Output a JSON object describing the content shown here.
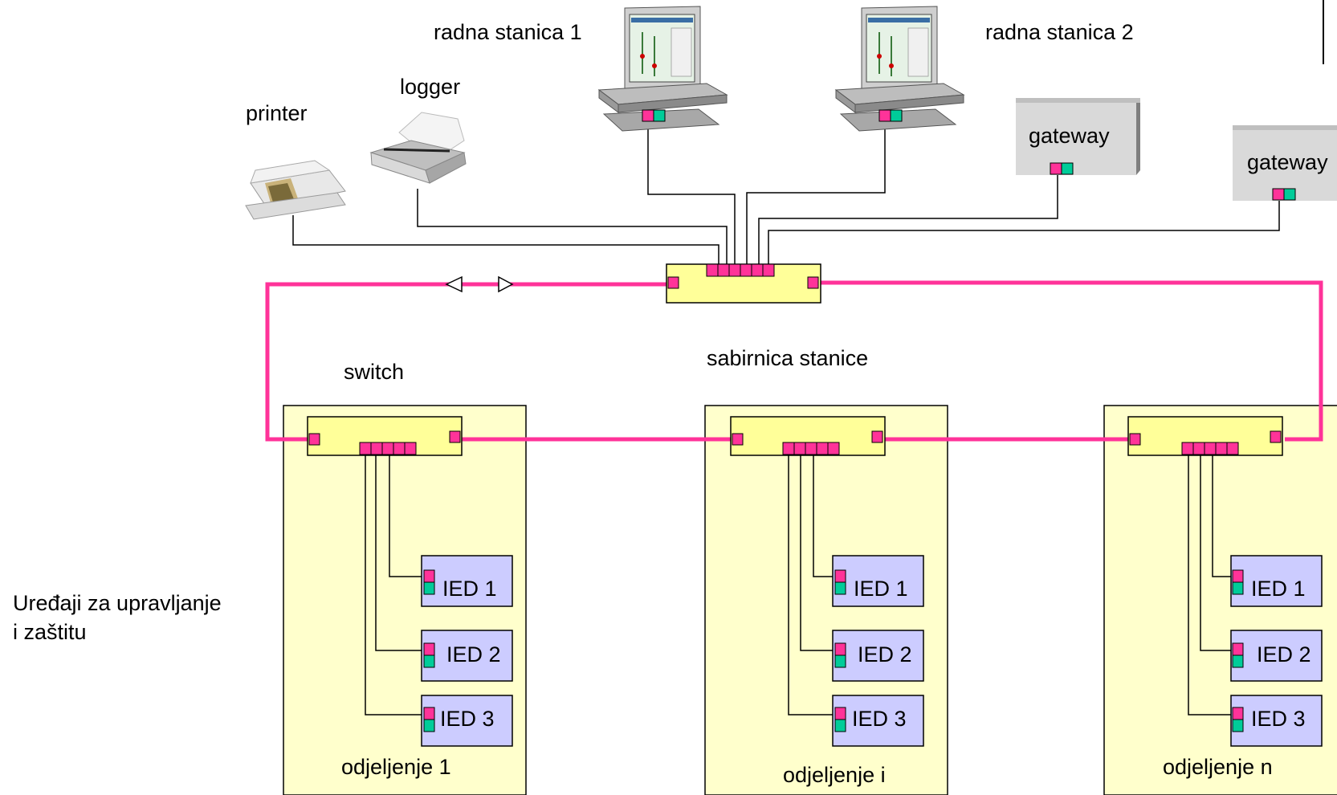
{
  "labels": {
    "workstation_1": "radna stanica 1",
    "workstation_2": "radna stanica 2",
    "logger": "logger",
    "printer": "printer",
    "gateway_1": "gateway",
    "gateway_2": "gateway",
    "station_bus": "sabirnica stanice",
    "switch": "switch",
    "devices_line1": "Uređaji za upravljanje",
    "devices_line2": "i zaštitu"
  },
  "bays": [
    {
      "name": "odjeljenje 1",
      "ieds": [
        "IED 1",
        "IED 2",
        "IED 3"
      ]
    },
    {
      "name": "odjeljenje i",
      "ieds": [
        "IED 1",
        "IED 2",
        "IED 3"
      ]
    },
    {
      "name": "odjeljenje n",
      "ieds": [
        "IED 1",
        "IED 2",
        "IED 3"
      ]
    }
  ],
  "colors": {
    "ring": "#ff3399",
    "switch_fill": "#ffff99",
    "bay_fill": "#ffffcc",
    "ied_fill": "#ccccff",
    "port_pink": "#ff3399",
    "port_green": "#00cc99",
    "gateway_fill": "#d9d9d9"
  }
}
